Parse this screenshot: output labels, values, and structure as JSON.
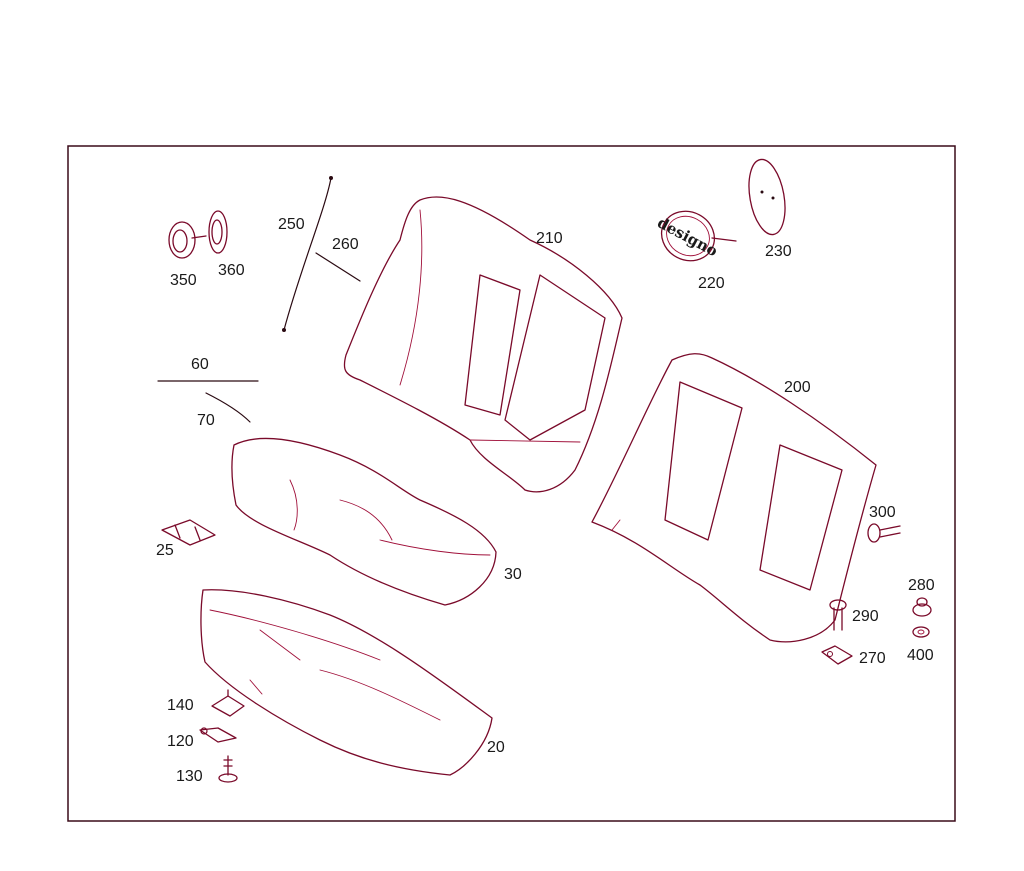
{
  "parts": {
    "p350": "350",
    "p360": "360",
    "p250": "250",
    "p260": "260",
    "p210": "210",
    "p220": "220",
    "p230": "230",
    "p60": "60",
    "p70": "70",
    "p200": "200",
    "p25": "25",
    "p30": "30",
    "p300": "300",
    "p280": "280",
    "p290": "290",
    "p400": "400",
    "p270": "270",
    "p140": "140",
    "p120": "120",
    "p130": "130",
    "p20": "20"
  },
  "logo_text": "designo",
  "colors": {
    "line": "#7a0a2a",
    "frame": "#3a0a18",
    "label": "#1a1a1a"
  }
}
